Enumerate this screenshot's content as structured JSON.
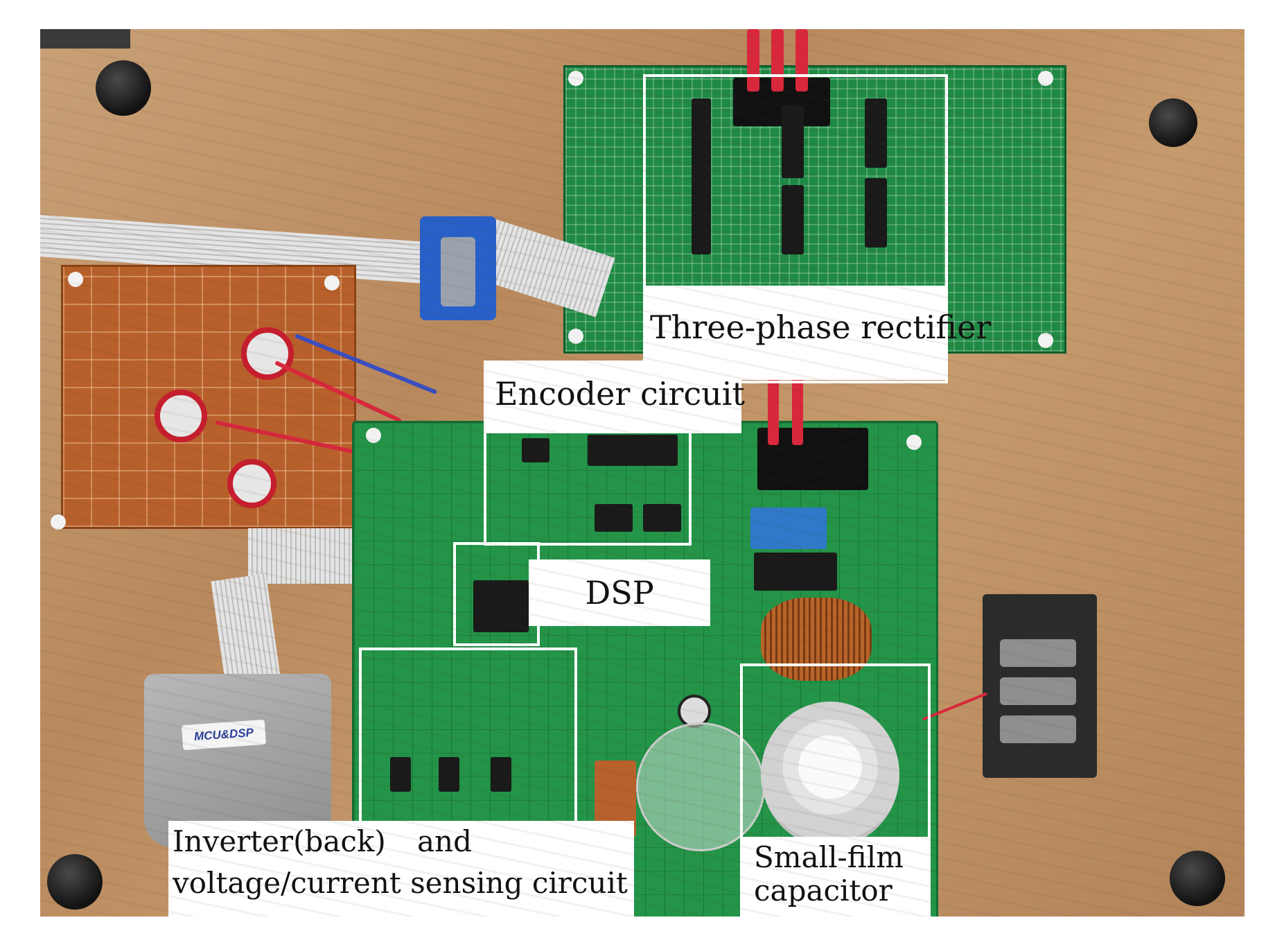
{
  "labels": {
    "rectifier": "Three-phase rectifier",
    "encoder": "Encoder circuit",
    "dsp": "DSP",
    "inverter_line1_a": "Inverter(back)",
    "inverter_line1_b": "and",
    "inverter_line2": "voltage/current sensing circuit",
    "capacitor_line1": "Small-film",
    "capacitor_line2": "capacitor"
  },
  "connector_text": "MCU&DSP",
  "colors": {
    "wood": "#c29668",
    "pcb_green": "#1f8a45",
    "pcb_brown": "#b8602b",
    "label_bg": "#ffffff",
    "label_text": "#111111"
  }
}
